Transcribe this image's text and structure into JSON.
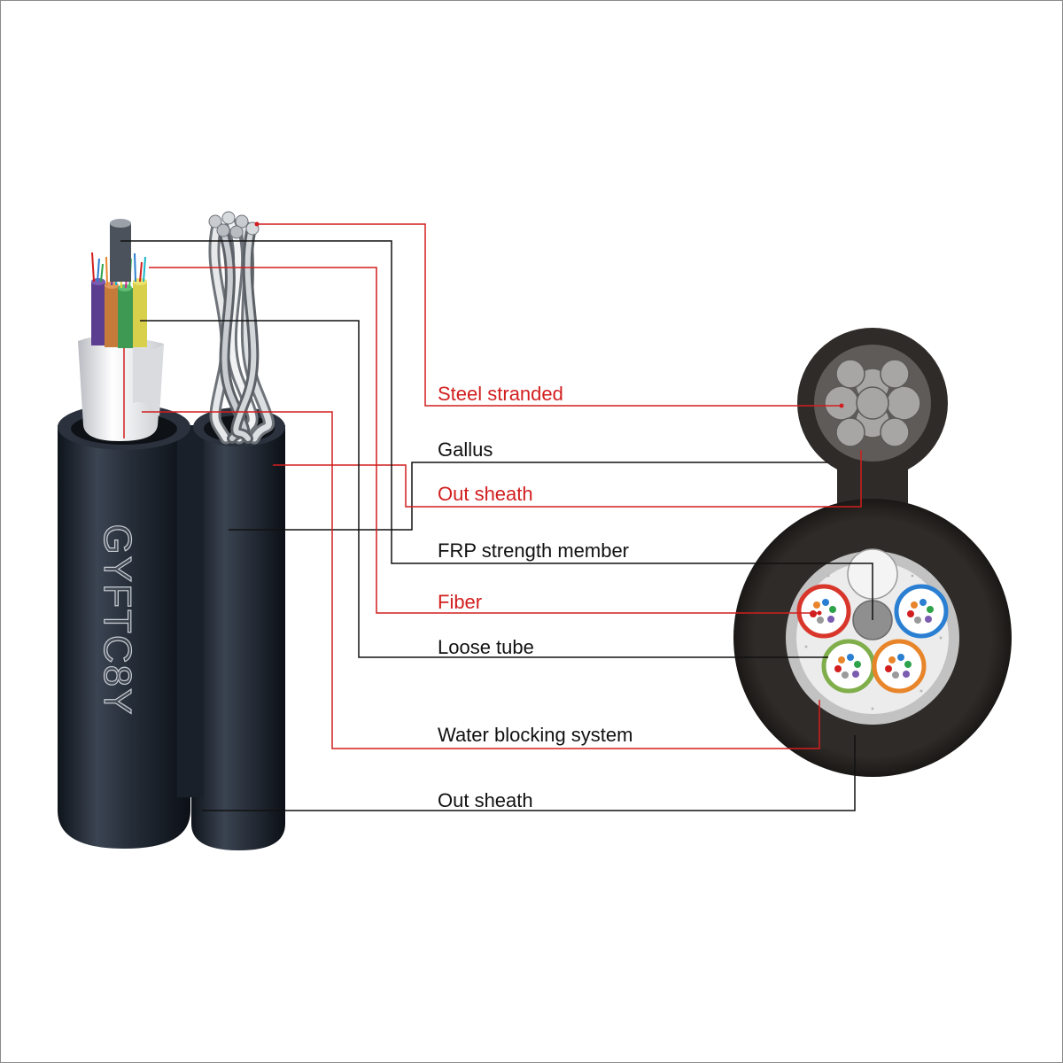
{
  "model_marking": "GYFTC8Y",
  "labels": {
    "steel_stranded": "Steel stranded",
    "gallus": "Gallus",
    "out_sheath_top": "Out sheath",
    "frp_strength_member": "FRP strength member",
    "fiber": "Fiber",
    "loose_tube": "Loose tube",
    "water_blocking_system": "Water blocking system",
    "out_sheath_bottom": "Out sheath"
  },
  "colors": {
    "callout_red": "#d21e1e",
    "callout_black": "#111111",
    "jacket": "#1e2530",
    "section_sheath": "#2f2b28",
    "tube_red": "#d8362a",
    "tube_blue": "#2a7fd2",
    "tube_green": "#7fae4a",
    "tube_orange": "#e8852a"
  },
  "icons": {
    "cable_cutaway": "cable-cutaway-illustration",
    "cross_section": "cable-cross-section-illustration"
  }
}
